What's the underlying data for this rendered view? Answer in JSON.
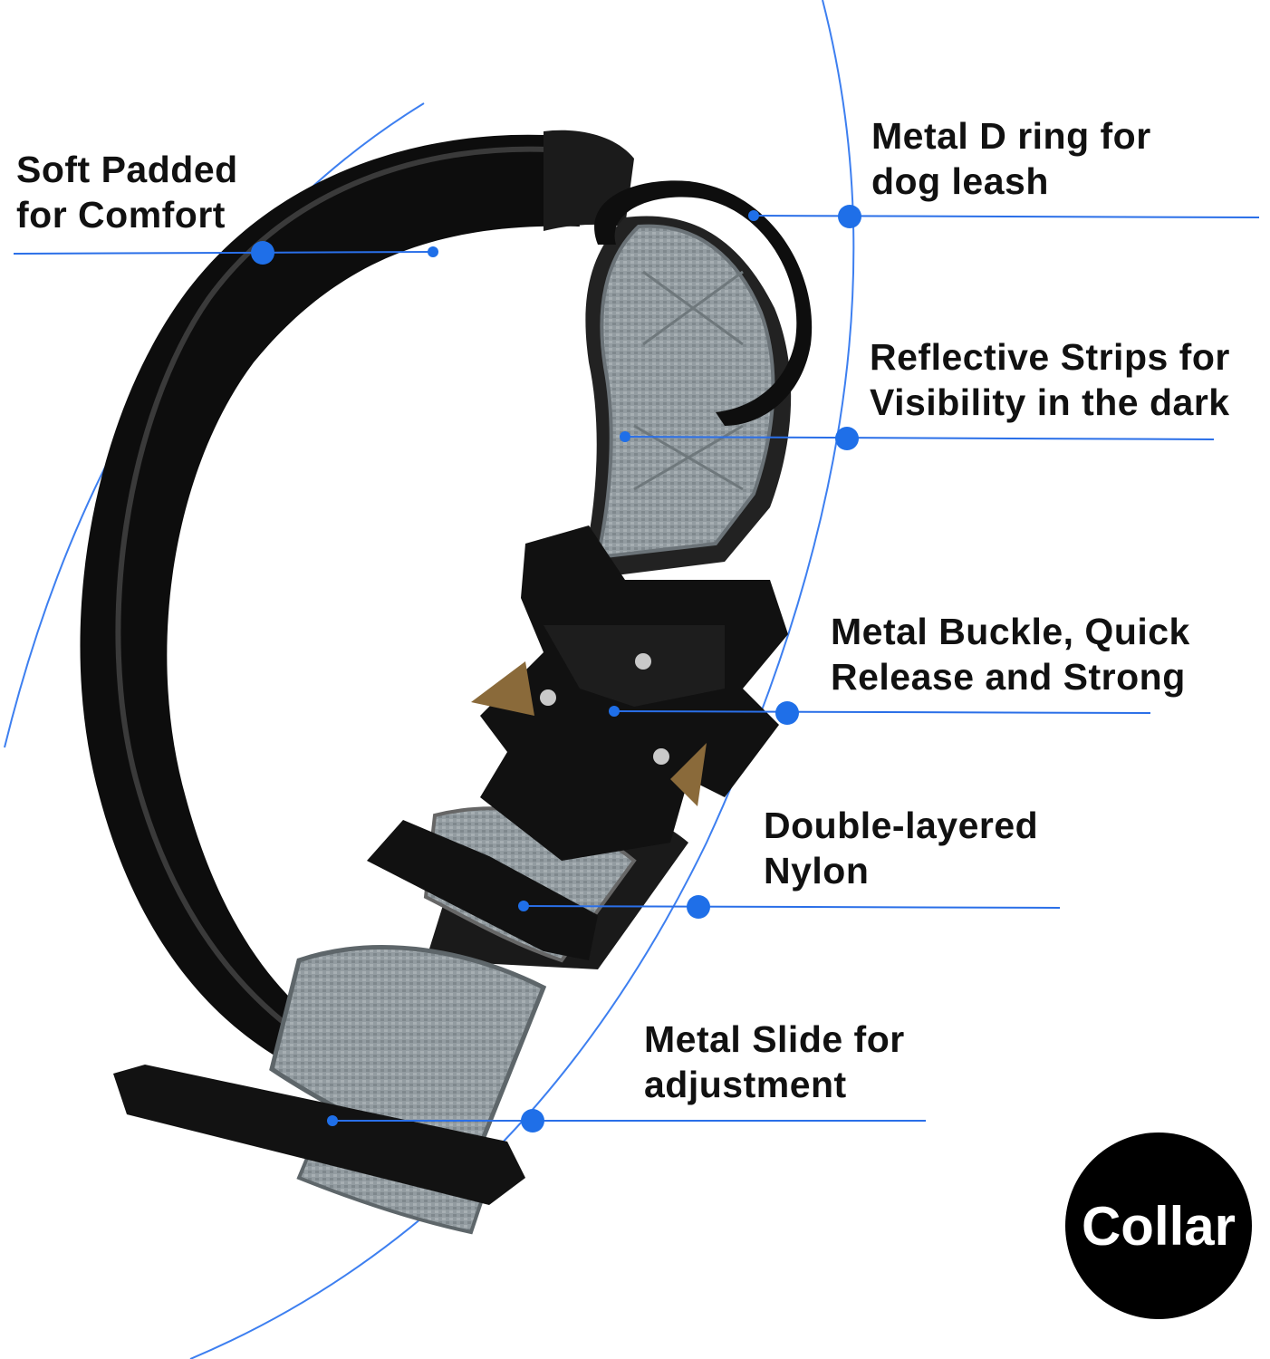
{
  "colors": {
    "accent": "#1f6fe8",
    "strap": "#8e989d",
    "padding": "#0b0b0b",
    "metal": "#141414",
    "brass": "#8a6a3a"
  },
  "callouts": [
    {
      "id": "soft-padded",
      "line1": "Soft Padded",
      "line2": "for Comfort"
    },
    {
      "id": "d-ring",
      "line1": "Metal D ring for",
      "line2": "dog leash"
    },
    {
      "id": "reflective",
      "line1": "Reflective Strips for",
      "line2": "Visibility in the dark"
    },
    {
      "id": "buckle",
      "line1": "Metal Buckle, Quick",
      "line2": "Release and Strong"
    },
    {
      "id": "nylon",
      "line1": "Double-layered",
      "line2": "Nylon"
    },
    {
      "id": "slide",
      "line1": "Metal Slide for",
      "line2": "adjustment"
    }
  ],
  "badge": {
    "text": "Collar"
  }
}
